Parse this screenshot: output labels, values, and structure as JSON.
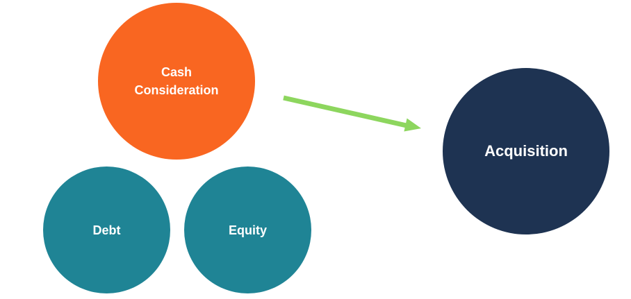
{
  "canvas": {
    "background": "#FFFFFF"
  },
  "nodes": {
    "cash_consideration": {
      "label": "Cash\nConsideration",
      "fill": "#F96621",
      "text_color": "#FFFFFF"
    },
    "debt": {
      "label": "Debt",
      "fill": "#1F8495",
      "text_color": "#FFFFFF"
    },
    "equity": {
      "label": "Equity",
      "fill": "#1F8495",
      "text_color": "#FFFFFF"
    },
    "acquisition": {
      "label": "Acquisition",
      "fill": "#1E3352",
      "text_color": "#FFFFFF"
    }
  },
  "connectors": [
    {
      "name": "cash-consideration-to-acquisition",
      "from": "cash_consideration",
      "to": "acquisition",
      "style": "arrow",
      "color": "#8DD65E"
    }
  ]
}
